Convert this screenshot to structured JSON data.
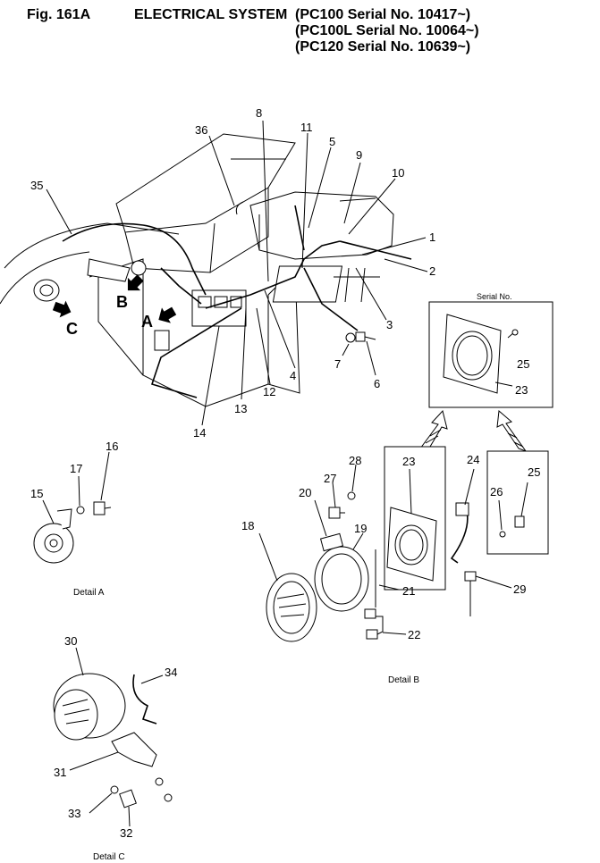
{
  "header": {
    "fig_label": "Fig. 161A",
    "title": "ELECTRICAL SYSTEM",
    "serials": [
      "(PC100 Serial No. 10417~)",
      "(PC100L Serial No. 10064~)",
      "(PC120 Serial No. 10639~)"
    ]
  },
  "callouts": {
    "main": [
      "1",
      "2",
      "3",
      "4",
      "5",
      "6",
      "7",
      "8",
      "9",
      "10",
      "11",
      "12",
      "13",
      "14",
      "35",
      "36"
    ],
    "arrows": [
      "A",
      "B",
      "C"
    ],
    "serial_box": [
      "23",
      "25"
    ],
    "serial_box_caption": "Serial No.",
    "detail_a": [
      "15",
      "16",
      "17"
    ],
    "detail_b": [
      "18",
      "19",
      "20",
      "21",
      "22",
      "23",
      "24",
      "25",
      "26",
      "27",
      "28",
      "29"
    ],
    "detail_c": [
      "30",
      "31",
      "32",
      "33",
      "34"
    ]
  },
  "details": {
    "a": "Detail A",
    "b": "Detail B",
    "c": "Detail C"
  }
}
